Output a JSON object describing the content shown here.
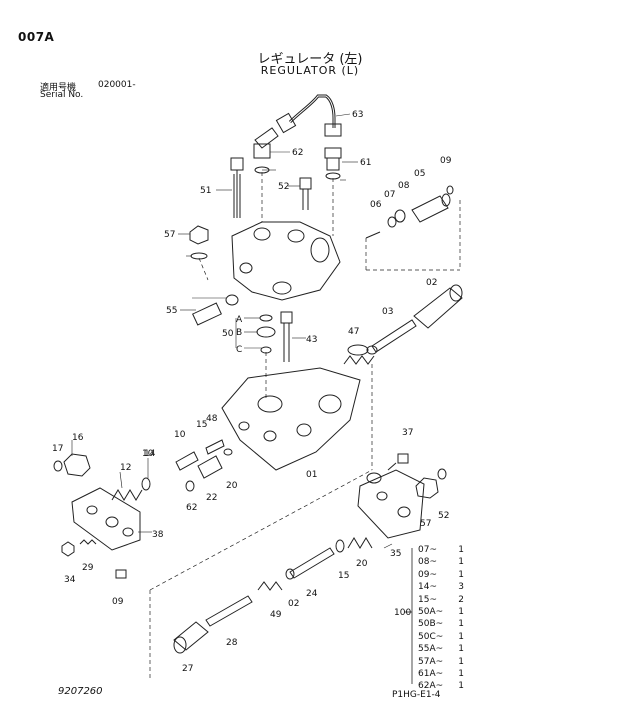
{
  "page_code": "007A",
  "title_jp": "レギュレータ (左)",
  "title_en": "REGULATOR (L)",
  "serial": {
    "label_jp": "適用号機",
    "label_en": "Serial No.",
    "value": "020001-"
  },
  "drawing_number": "9207260",
  "sheet_code": "P1HG-E1-4",
  "callouts": [
    "63",
    "62",
    "61",
    "51",
    "52",
    "57",
    "55",
    "50",
    "43",
    "47",
    "48",
    "15",
    "10",
    "17",
    "16",
    "12",
    "14",
    "22",
    "20",
    "01",
    "02",
    "03",
    "05",
    "06",
    "07",
    "08",
    "09",
    "37",
    "38",
    "34",
    "29",
    "35",
    "49",
    "24",
    "28",
    "27",
    "A",
    "B",
    "C"
  ],
  "assembly": {
    "number": "100",
    "items": [
      {
        "part": "07~",
        "qty": "1"
      },
      {
        "part": "08~",
        "qty": "1"
      },
      {
        "part": "09~",
        "qty": "1"
      },
      {
        "part": "14~",
        "qty": "3"
      },
      {
        "part": "15~",
        "qty": "2"
      },
      {
        "part": "50A~",
        "qty": "1"
      },
      {
        "part": "50B~",
        "qty": "1"
      },
      {
        "part": "50C~",
        "qty": "1"
      },
      {
        "part": "55A~",
        "qty": "1"
      },
      {
        "part": "57A~",
        "qty": "1"
      },
      {
        "part": "61A~",
        "qty": "1"
      },
      {
        "part": "62A~",
        "qty": "1"
      }
    ]
  }
}
